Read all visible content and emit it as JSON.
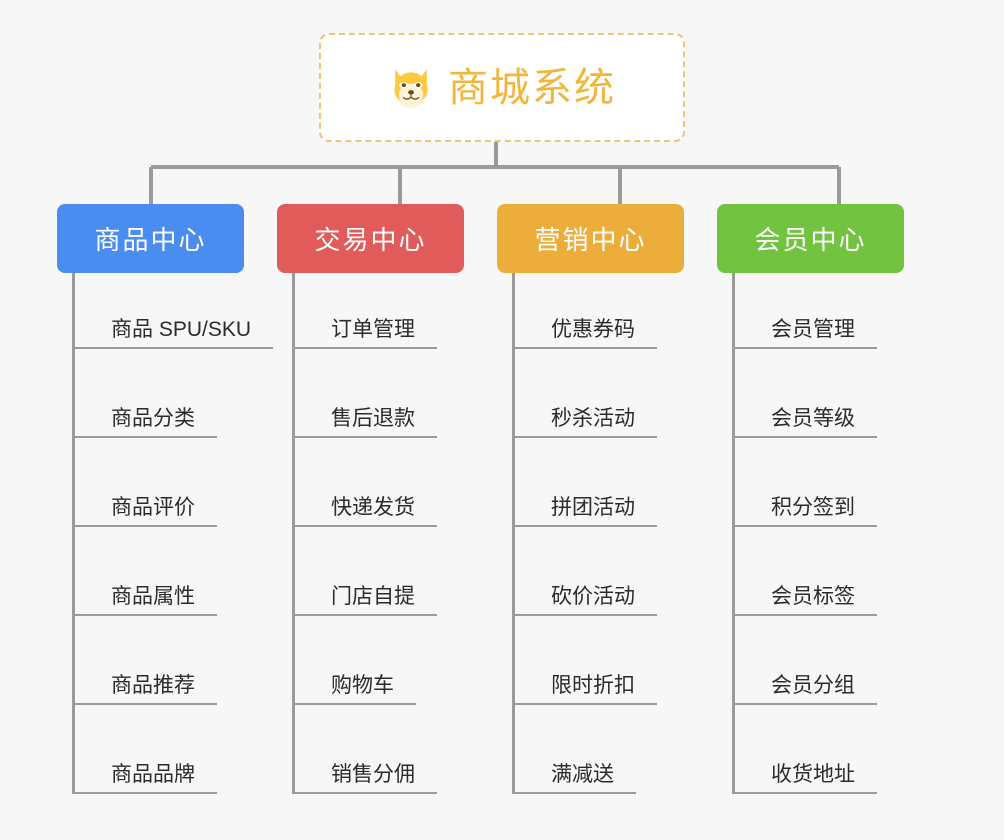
{
  "diagram": {
    "background_color": "#f7f7f7",
    "root": {
      "title": "商城系统",
      "icon": "dog-face-icon",
      "text_color": "#f2b63c",
      "border_color": "#f0c375"
    },
    "connector_color": "#9b9b9b",
    "columns": [
      {
        "category": "商品中心",
        "color": "#4a8df0",
        "items": [
          "商品 SPU/SKU",
          "商品分类",
          "商品评价",
          "商品属性",
          "商品推荐",
          "商品品牌"
        ]
      },
      {
        "category": "交易中心",
        "color": "#e15b5b",
        "items": [
          "订单管理",
          "售后退款",
          "快递发货",
          "门店自提",
          "购物车",
          "销售分佣"
        ]
      },
      {
        "category": "营销中心",
        "color": "#edad3b",
        "items": [
          "优惠券码",
          "秒杀活动",
          "拼团活动",
          "砍价活动",
          "限时折扣",
          "满减送"
        ]
      },
      {
        "category": "会员中心",
        "color": "#72c340",
        "items": [
          "会员管理",
          "会员等级",
          "积分签到",
          "会员标签",
          "会员分组",
          "收货地址"
        ]
      }
    ]
  }
}
